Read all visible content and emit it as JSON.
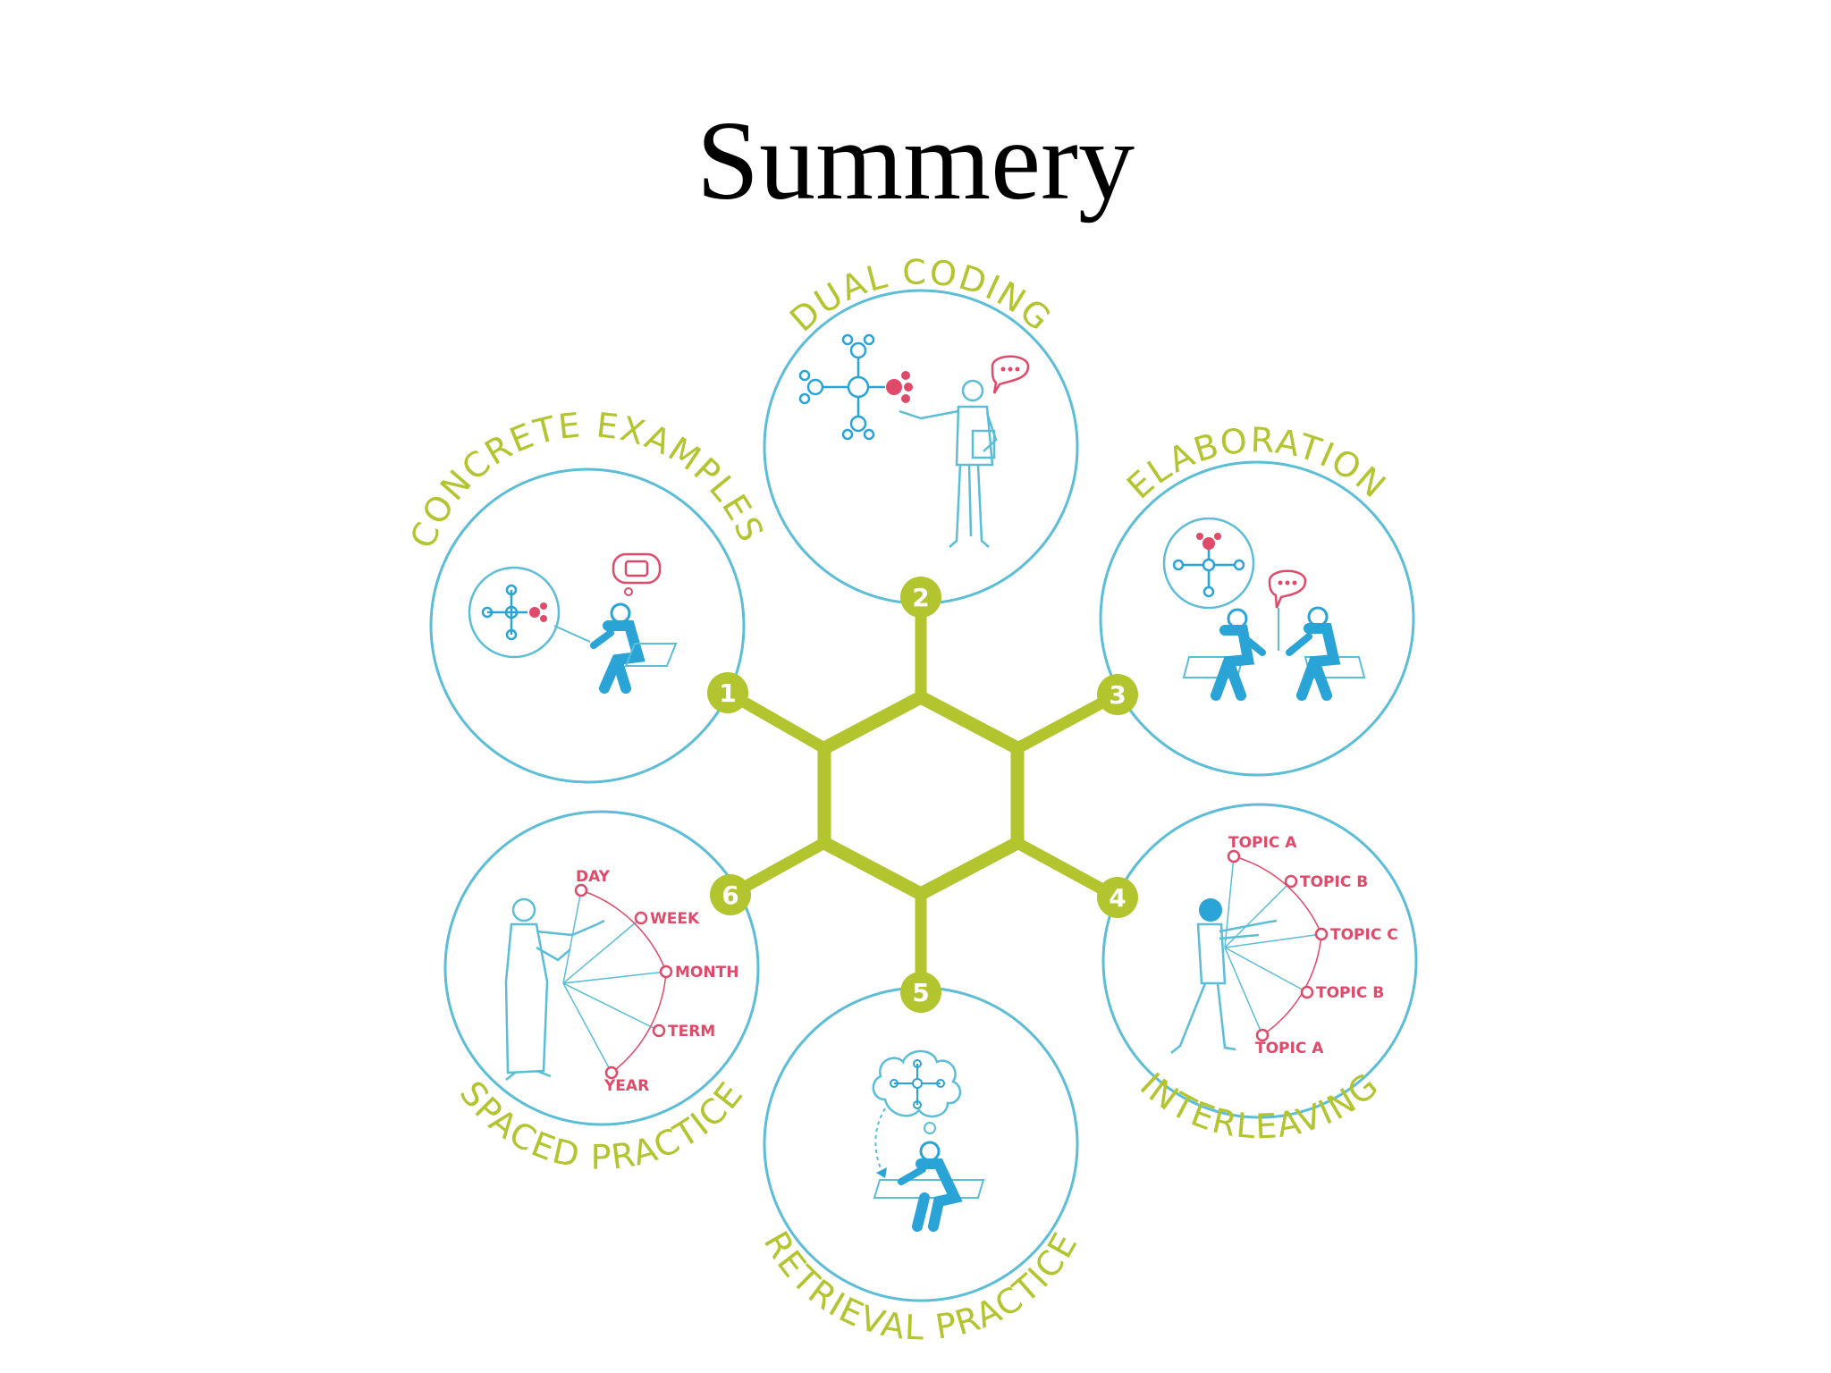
{
  "slide": {
    "title": "Summery"
  },
  "colors": {
    "green": "#b2c42e",
    "blue": "#2aa3d6",
    "outline": "#5bbdd6",
    "pink": "#e04a6a",
    "title": "#000000"
  },
  "strategies": [
    {
      "number": "1",
      "label": "CONCRETE EXAMPLES",
      "icon": "student-desk-thinking-icon"
    },
    {
      "number": "2",
      "label": "DUAL CODING",
      "icon": "teacher-diagram-icon"
    },
    {
      "number": "3",
      "label": "ELABORATION",
      "icon": "two-students-discussion-icon"
    },
    {
      "number": "4",
      "label": "INTERLEAVING",
      "icon": "person-pointing-topics-icon"
    },
    {
      "number": "5",
      "label": "RETRIEVAL PRACTICE",
      "icon": "student-thought-cloud-icon"
    },
    {
      "number": "6",
      "label": "SPACED PRACTICE",
      "icon": "person-pointing-timeline-icon"
    }
  ],
  "interleaving_topics": [
    "TOPIC A",
    "TOPIC B",
    "TOPIC C",
    "TOPIC B",
    "TOPIC A"
  ],
  "spaced_intervals": [
    "DAY",
    "WEEK",
    "MONTH",
    "TERM",
    "YEAR"
  ]
}
